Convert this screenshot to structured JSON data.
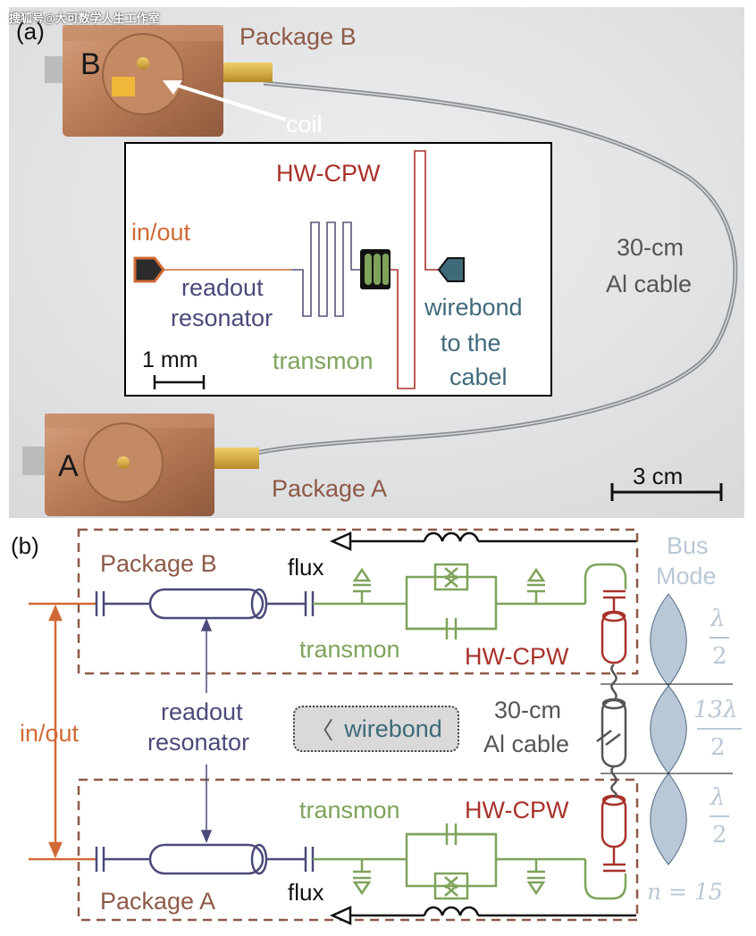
{
  "watermark": "搜狐号@大可数学人生工作室",
  "panel_a": {
    "label": "(a)",
    "package_b": "Package B",
    "package_a": "Package A",
    "coil": "coil",
    "cable_line1": "30-cm",
    "cable_line2": "Al cable",
    "scale_3cm": "3 cm",
    "engraving_b": "B",
    "engraving_a": "A",
    "inset": {
      "hw_cpw": "HW-CPW",
      "in_out": "in/out",
      "readout_line1": "readout",
      "readout_line2": "resonator",
      "scale_1mm": "1 mm",
      "transmon": "transmon",
      "wirebond_line1": "wirebond",
      "wirebond_line2": "to the",
      "wirebond_line3": "cabel"
    }
  },
  "panel_b": {
    "label": "(b)",
    "package_b": "Package B",
    "package_a": "Package A",
    "flux_top": "flux",
    "flux_bottom": "flux",
    "transmon_top": "transmon",
    "transmon_bottom": "transmon",
    "hwcpw_top": "HW-CPW",
    "hwcpw_bottom": "HW-CPW",
    "readout_line1": "readout",
    "readout_line2": "resonator",
    "in_out": "in/out",
    "wirebond": "wirebond",
    "cable_line1": "30-cm",
    "cable_line2": "Al cable",
    "bus_line1": "Bus",
    "bus_line2": "Mode",
    "lambda_top_num": "λ",
    "lambda_top_den": "2",
    "lambda_mid_num": "13λ",
    "lambda_mid_den": "2",
    "lambda_bot_num": "λ",
    "lambda_bot_den": "2",
    "n_label": "n = 15"
  },
  "colors": {
    "package_brown": "#8e5a48",
    "hwcpw_red": "#a8322a",
    "transmon_green": "#7ea35a",
    "readout_purple": "#4a4a7a",
    "inout_orange": "#d06a35",
    "bus_blue": "#b8c8d6",
    "wirebond_teal": "#3f6a7a"
  }
}
